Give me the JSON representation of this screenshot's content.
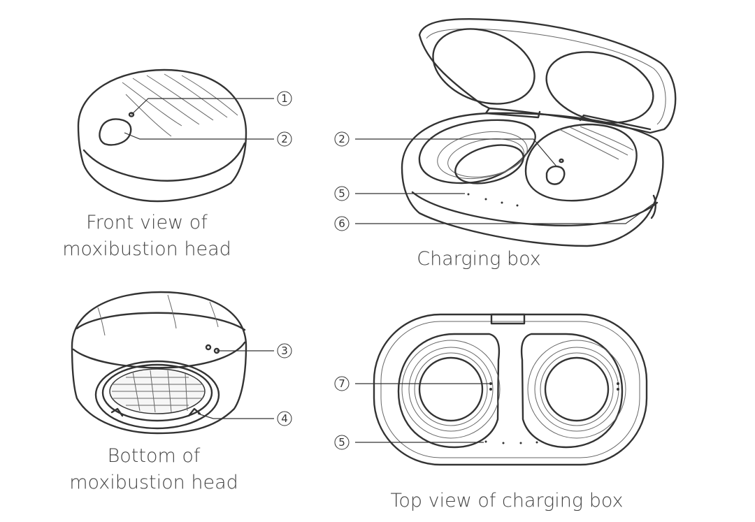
{
  "captions": {
    "front_view": [
      "Front view of",
      "moxibustion head"
    ],
    "charging_box": "Charging box",
    "bottom": [
      "Bottom of",
      "moxibustion head"
    ],
    "top_view": "Top view of charging box"
  },
  "callouts": {
    "c1": "①",
    "c2a": "②",
    "c2b": "②",
    "c3": "③",
    "c4": "④",
    "c5a": "⑤",
    "c6": "⑥",
    "c7": "⑦",
    "c5b": "⑤"
  },
  "colors": {
    "line": "#333333",
    "text": "#444444",
    "background": "#ffffff"
  }
}
